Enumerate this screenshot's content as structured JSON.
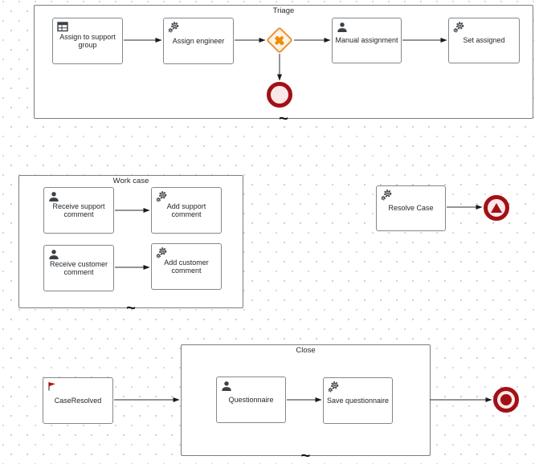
{
  "diagram": {
    "type": "bpmn-case-workflow",
    "colors": {
      "task_border": "#85878a",
      "stage_border": "#7b7d80",
      "gateway_orange": "#ee9234",
      "gateway_fill": "#fdf3e8",
      "event_red": "#a21016",
      "event_fill": "#f9e8e8",
      "icon_color": "#3b4045",
      "connector": "#1a1a1a"
    }
  },
  "stages": {
    "triage": {
      "label": "Triage",
      "marker": "~"
    },
    "work_case": {
      "label": "Work case",
      "marker": "~"
    },
    "close": {
      "label": "Close",
      "marker": "~"
    }
  },
  "tasks": {
    "assign_support_group": {
      "label": "Assign to support group",
      "icon": "business-rule-icon",
      "type": "business-rule-task"
    },
    "assign_engineer": {
      "label": "Assign engineer",
      "icon": "gears-icon",
      "type": "service-task"
    },
    "manual_assignment": {
      "label": "Manual assignment",
      "icon": "user-icon",
      "type": "user-task"
    },
    "set_assigned": {
      "label": "Set assigned",
      "icon": "gears-icon",
      "type": "service-task"
    },
    "receive_support_comment": {
      "label": "Receive support comment",
      "icon": "user-icon",
      "type": "user-task"
    },
    "add_support_comment": {
      "label": "Add support comment",
      "icon": "gears-icon",
      "type": "service-task"
    },
    "receive_customer_comment": {
      "label": "Receive customer comment",
      "icon": "user-icon",
      "type": "user-task"
    },
    "add_customer_comment": {
      "label": "Add customer comment",
      "icon": "gears-icon",
      "type": "service-task"
    },
    "resolve_case": {
      "label": "Resolve Case",
      "icon": "gears-icon",
      "type": "service-task"
    },
    "case_resolved": {
      "label": "CaseResolved",
      "icon": "milestone-flag-icon",
      "type": "milestone"
    },
    "questionnaire": {
      "label": "Questionnaire",
      "icon": "user-icon",
      "type": "user-task"
    },
    "save_questionnaire": {
      "label": "Save questionnaire",
      "icon": "gears-icon",
      "type": "service-task"
    }
  },
  "gateways": {
    "exclusive_gateway": {
      "type": "exclusive",
      "symbol": "x"
    }
  },
  "events": {
    "triage_end": {
      "type": "end-event"
    },
    "signal_end": {
      "type": "signal-end-event"
    },
    "terminate_end": {
      "type": "terminate-end-event"
    }
  },
  "connectors": [
    {
      "from": "assign_support_group",
      "to": "assign_engineer"
    },
    {
      "from": "assign_engineer",
      "to": "exclusive_gateway"
    },
    {
      "from": "exclusive_gateway",
      "to": "manual_assignment"
    },
    {
      "from": "exclusive_gateway",
      "to": "triage_end"
    },
    {
      "from": "manual_assignment",
      "to": "set_assigned"
    },
    {
      "from": "receive_support_comment",
      "to": "add_support_comment"
    },
    {
      "from": "receive_customer_comment",
      "to": "add_customer_comment"
    },
    {
      "from": "resolve_case",
      "to": "signal_end"
    },
    {
      "from": "case_resolved",
      "to": "close_stage"
    },
    {
      "from": "questionnaire",
      "to": "save_questionnaire"
    },
    {
      "from": "close_stage",
      "to": "terminate_end"
    }
  ]
}
